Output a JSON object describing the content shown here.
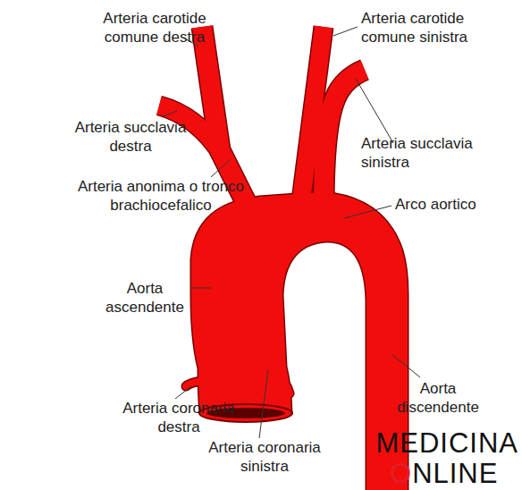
{
  "diagram": {
    "labels": [
      "Arteria carotide comune destra",
      "Arteria carotide comune sinistra",
      "Arteria succlavia destra",
      "Arteria succlavia sinistra",
      "Arteria anonima o tronco brachiocefalico",
      "Arco aortico",
      "Aorta ascendente",
      "Aorta discendente",
      "Arteria coronaria destra",
      "Arteria coronaria sinistra",
      "MEDICINA",
      "ONLINE"
    ]
  }
}
